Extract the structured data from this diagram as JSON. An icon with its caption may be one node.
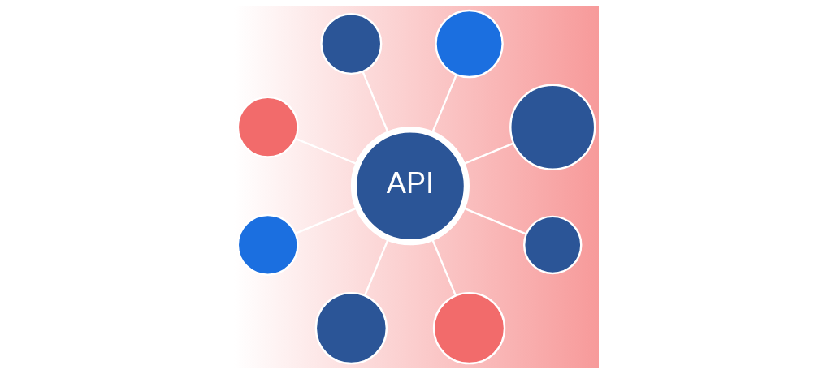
{
  "diagram": {
    "nodes": [
      {
        "text": [
          "API"
        ]
      },
      {
        "text": [],
        "shape": "circle"
      },
      {
        "text": [],
        "shape": "circle"
      },
      {
        "text": [],
        "shape": "circle"
      },
      {
        "text": [],
        "shape": "circle"
      },
      {
        "text": [],
        "shape": "circle"
      },
      {
        "text": [],
        "shape": "circle"
      },
      {
        "text": [],
        "shape": "circle"
      },
      {
        "text": [],
        "shape": "circle"
      }
    ],
    "edges": [
      {
        "from": 0,
        "to": 1,
        "arrow": "none"
      },
      {
        "from": 0,
        "to": 2,
        "arrow": "none"
      },
      {
        "from": 0,
        "to": 3,
        "arrow": "none"
      },
      {
        "from": 0,
        "to": 4,
        "arrow": "none"
      },
      {
        "from": 0,
        "to": 5,
        "arrow": "none"
      },
      {
        "from": 0,
        "to": 6,
        "arrow": "none"
      },
      {
        "from": 0,
        "to": 7,
        "arrow": "none"
      },
      {
        "from": 0,
        "to": 8,
        "arrow": "none"
      }
    ]
  }
}
